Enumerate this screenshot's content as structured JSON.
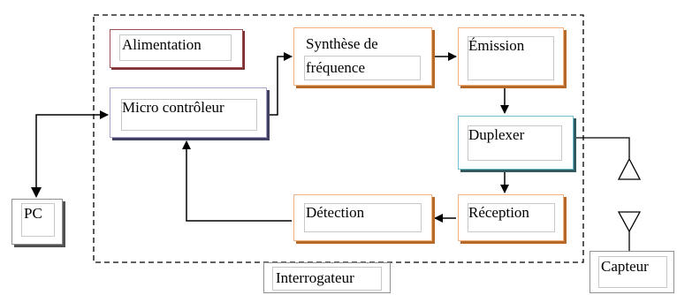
{
  "blocks": {
    "alimentation": "Alimentation",
    "synthese_line1": "Synthèse de",
    "synthese_line2": "fréquence",
    "emission": "Émission",
    "micro": "Micro contrôleur",
    "duplexer": "Duplexer",
    "detection": "Détection",
    "reception": "Réception",
    "pc": "PC",
    "capteur": "Capteur",
    "interrogateur": "Interrogateur"
  },
  "colors": {
    "arrow": "#000000",
    "dashed_border": "#000000",
    "orange_shadow": "#b56a2a",
    "teal_border": "#70c0d0",
    "purple_border": "#b0a0d0",
    "maroon_border": "#a05050"
  }
}
